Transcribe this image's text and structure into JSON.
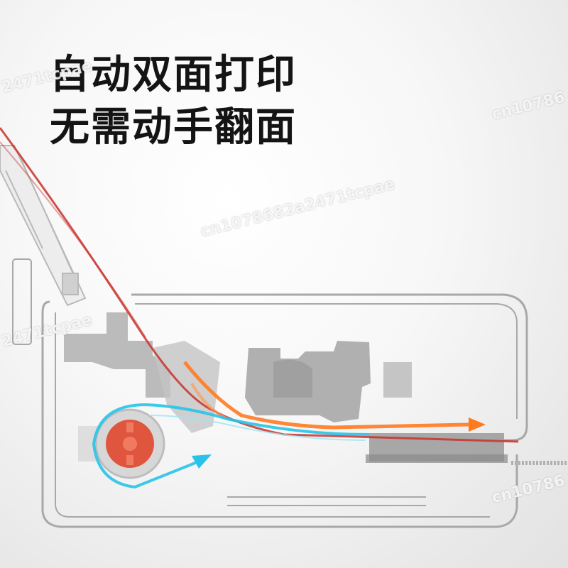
{
  "headline": {
    "line1": "自动双面打印",
    "line2": "无需动手翻面"
  },
  "watermarks": [
    "2471tcpae",
    "cn10786",
    "cn1078682a2471tcpae",
    "2471tcpae",
    "cn10786"
  ],
  "colors": {
    "paper_in_path": "#c8322c",
    "duplex_path": "#ff7a1f",
    "return_path": "#27c3e8",
    "roller": "#e0553d",
    "chassis": "#9a9a9a",
    "parts": "#b4b4b4"
  },
  "icons": {
    "roller": "feed-roller-icon",
    "arrow": "path-arrow-icon"
  }
}
